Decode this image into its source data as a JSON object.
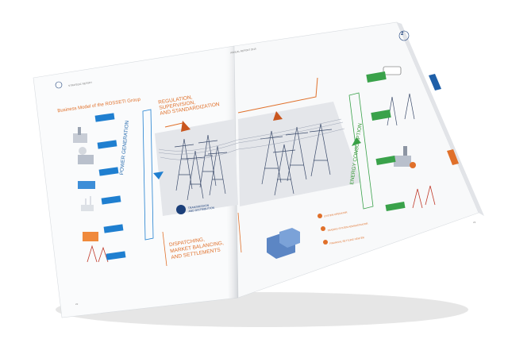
{
  "page_numbers": {
    "left": "22",
    "right": "23",
    "tab": "2"
  },
  "header": {
    "left": "STRATEGIC REPORT",
    "right": "ANNUAL REPORT 2015"
  },
  "title": "Business Model of the ROSSETI Group",
  "sections": {
    "regulation": [
      "REGULATION,",
      "SUPERVISION,",
      "AND STANDARDIZATION"
    ],
    "power_generation": "POWER GENERATION",
    "energy_consumption": "ENERGY CONSUMPTION",
    "transmission": [
      "TRANSMISSION",
      "AND DISTRIBUTION"
    ],
    "dispatching": [
      "DISPATCHING,",
      "MARKET BALANCING,",
      "AND SETTLEMENTS"
    ]
  },
  "dispatch_items": [
    "SYSTEM OPERATOR",
    "TRADING SYSTEM ADMINISTRATOR",
    "FINANCIAL SETTLING CENTER"
  ],
  "colors": {
    "blue": "#1f7fd0",
    "orange": "#e0702a",
    "green": "#3aa24a",
    "navy": "#1b3f7a"
  }
}
